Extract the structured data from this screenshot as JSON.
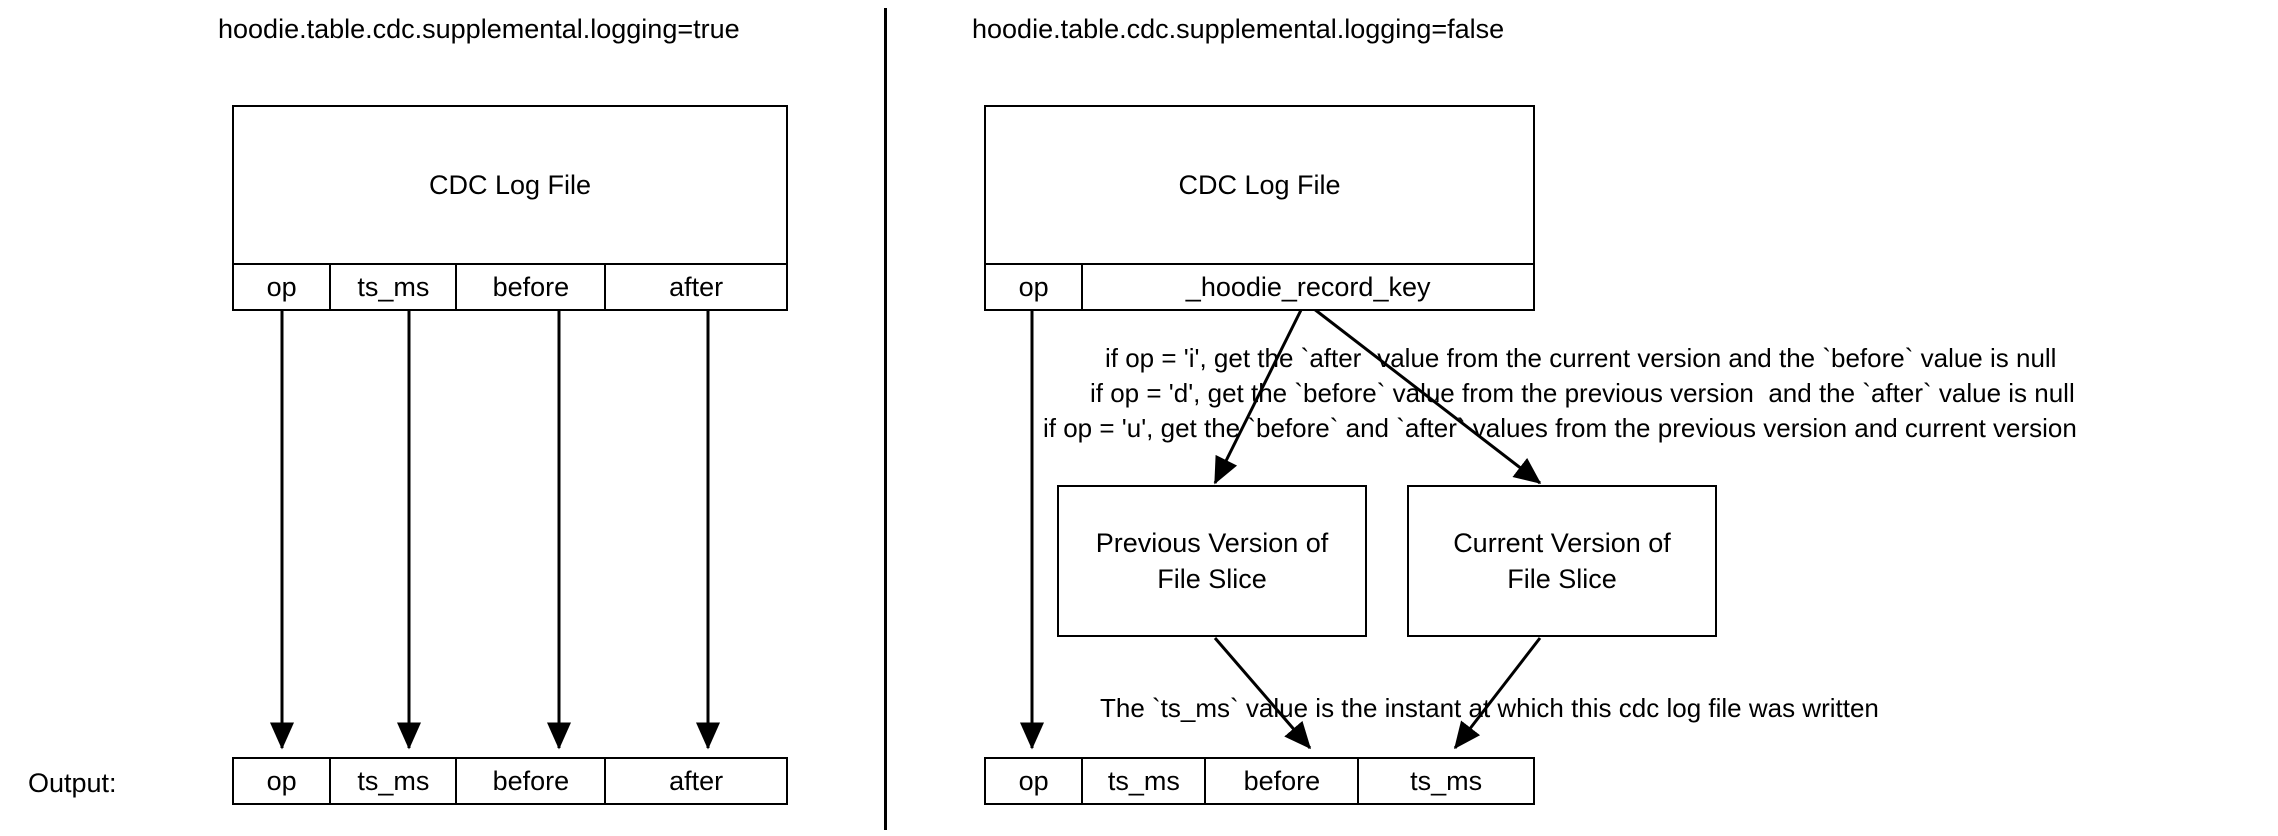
{
  "diagram": {
    "title_left": "hoodie.table.cdc.supplemental.logging=true",
    "title_right": "hoodie.table.cdc.supplemental.logging=false",
    "output_label": "Output:"
  },
  "left_panel": {
    "log_file_box": "CDC Log File",
    "columns": [
      "op",
      "ts_ms",
      "before",
      "after"
    ],
    "output_columns": [
      "op",
      "ts_ms",
      "before",
      "after"
    ]
  },
  "right_panel": {
    "log_file_box": "CDC Log File",
    "columns": [
      "op",
      "_hoodie_record_key"
    ],
    "output_columns": [
      "op",
      "ts_ms",
      "before",
      "ts_ms"
    ],
    "rule_lines": [
      "if op = 'i', get the `after` value from the current version and the `before` value is null",
      "if op = 'd', get the `before` value from the previous version  and the `after` value is null",
      "if op = 'u', get the `before` and `after` values from the previous version and current version"
    ],
    "ts_ms_note": "The `ts_ms` value is the instant at which this cdc log file was written",
    "previous_version_box": "Previous Version of\nFile Slice",
    "current_version_box": "Current Version of\nFile Slice"
  },
  "colors": {
    "stroke": "#000000",
    "background": "#ffffff",
    "text": "#000000"
  }
}
